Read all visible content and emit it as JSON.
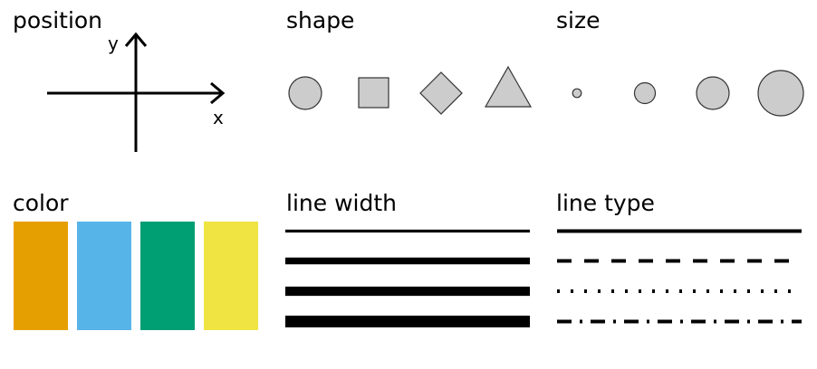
{
  "panels": {
    "position": {
      "title": "position",
      "axis_x_label": "x",
      "axis_y_label": "y"
    },
    "shape": {
      "title": "shape",
      "items": [
        "circle",
        "square",
        "diamond",
        "triangle"
      ],
      "fill": "#cccccc",
      "stroke": "#333333"
    },
    "size": {
      "title": "size",
      "relative_sizes": [
        1,
        2.4,
        3.7,
        5.1
      ],
      "fill": "#cccccc",
      "stroke": "#333333"
    },
    "color": {
      "title": "color",
      "swatches": [
        "#E69F00",
        "#56B4E9",
        "#009E73",
        "#F0E442"
      ]
    },
    "line_width": {
      "title": "line width",
      "relative_widths": [
        1,
        2.3,
        3.2,
        4.1
      ]
    },
    "line_type": {
      "title": "line type",
      "types": [
        "solid",
        "dashed",
        "dotted",
        "dash-dot"
      ]
    }
  }
}
